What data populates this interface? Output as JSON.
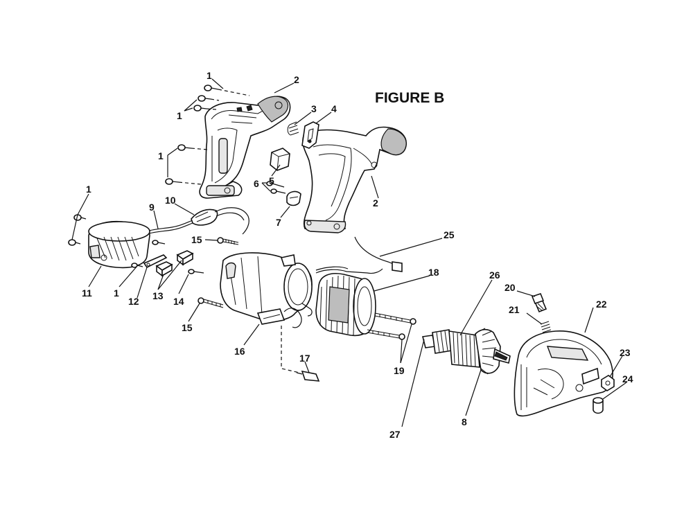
{
  "figure": {
    "title": "FIGURE B"
  },
  "callouts": [
    {
      "id": "c1a",
      "text": "1"
    },
    {
      "id": "c2a",
      "text": "2"
    },
    {
      "id": "c1b",
      "text": "1"
    },
    {
      "id": "c3",
      "text": "3"
    },
    {
      "id": "c4",
      "text": "4"
    },
    {
      "id": "c1c",
      "text": "1"
    },
    {
      "id": "c5",
      "text": "5"
    },
    {
      "id": "c6",
      "text": "6"
    },
    {
      "id": "c7",
      "text": "7"
    },
    {
      "id": "c2b",
      "text": "2"
    },
    {
      "id": "c1d",
      "text": "1"
    },
    {
      "id": "c9",
      "text": "9"
    },
    {
      "id": "c10",
      "text": "10"
    },
    {
      "id": "c15a",
      "text": "15"
    },
    {
      "id": "c25",
      "text": "25"
    },
    {
      "id": "c11",
      "text": "11"
    },
    {
      "id": "c1e",
      "text": "1"
    },
    {
      "id": "c12",
      "text": "12"
    },
    {
      "id": "c13",
      "text": "13"
    },
    {
      "id": "c14",
      "text": "14"
    },
    {
      "id": "c18",
      "text": "18"
    },
    {
      "id": "c26",
      "text": "26"
    },
    {
      "id": "c20",
      "text": "20"
    },
    {
      "id": "c22",
      "text": "22"
    },
    {
      "id": "c21",
      "text": "21"
    },
    {
      "id": "c15b",
      "text": "15"
    },
    {
      "id": "c16",
      "text": "16"
    },
    {
      "id": "c19",
      "text": "19"
    },
    {
      "id": "c23",
      "text": "23"
    },
    {
      "id": "c24",
      "text": "24"
    },
    {
      "id": "c17",
      "text": "17"
    },
    {
      "id": "c8",
      "text": "8"
    },
    {
      "id": "c27",
      "text": "27"
    }
  ]
}
